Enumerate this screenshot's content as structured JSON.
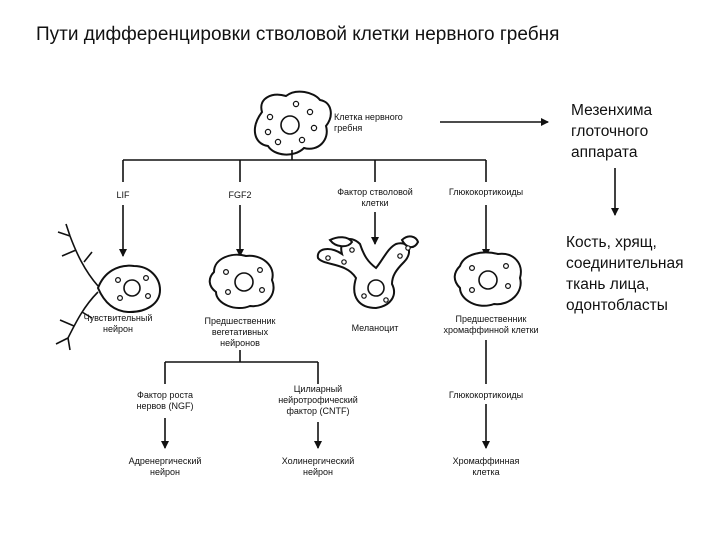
{
  "title": "Пути дифференцировки стволовой клетки нервного гребня",
  "side": {
    "mesenchyme": "Мезенхима\nглоточного\nаппарата",
    "derivatives": "Кость, хрящ,\nсоединительная\nткань лица,\nодонтобласты"
  },
  "labels": {
    "neural_crest_cell": "Клетка нервного\nгребня",
    "lif": "LIF",
    "fgf2": "FGF2",
    "stem_cell_factor": "Фактор стволовой\nклетки",
    "glucocorticoids_top": "Глюкокортикоиды",
    "sensory_neuron": "Чувствительный\nнейрон",
    "autonomic_precursor": "Предшественник\nвегетативных\nнейронов",
    "melanocyte": "Меланоцит",
    "chromaffin_precursor": "Предшественник\nхромаффинной клетки",
    "ngf": "Фактор роста\nнервов (NGF)",
    "cntf": "Цилиарный\nнейротрофический\nфактор (CNTF)",
    "glucocorticoids_bottom": "Глюкокортикоиды",
    "adrenergic_neuron": "Адренергический\nнейрон",
    "cholinergic_neuron": "Холинергический\nнейрон",
    "chromaffin_cell": "Хромаффинная\nклетка"
  }
}
